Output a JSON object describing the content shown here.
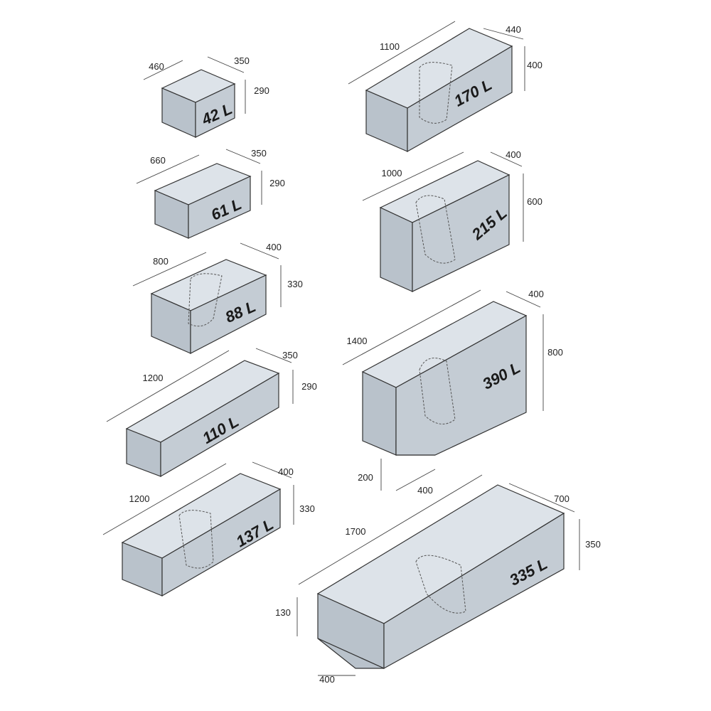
{
  "tanks": [
    {
      "id": "t42",
      "volume": "42 L",
      "length": "460",
      "width": "350",
      "height": "290"
    },
    {
      "id": "t61",
      "volume": "61 L",
      "length": "660",
      "width": "350",
      "height": "290"
    },
    {
      "id": "t88",
      "volume": "88 L",
      "length": "800",
      "width": "400",
      "height": "330"
    },
    {
      "id": "t110",
      "volume": "110 L",
      "length": "1200",
      "width": "350",
      "height": "290"
    },
    {
      "id": "t137",
      "volume": "137 L",
      "length": "1200",
      "width": "400",
      "height": "330"
    },
    {
      "id": "t170",
      "volume": "170 L",
      "length": "1100",
      "width": "440",
      "height": "400"
    },
    {
      "id": "t215",
      "volume": "215 L",
      "length": "1000",
      "width": "400",
      "height": "600"
    },
    {
      "id": "t390",
      "volume": "390 L",
      "length": "1400",
      "width": "400",
      "height": "800",
      "chamfer_height": "200",
      "chamfer_width": "400"
    },
    {
      "id": "t335",
      "volume": "335 L",
      "length": "1700",
      "width": "700",
      "height": "350",
      "chamfer_height": "130",
      "chamfer_width": "400"
    }
  ]
}
